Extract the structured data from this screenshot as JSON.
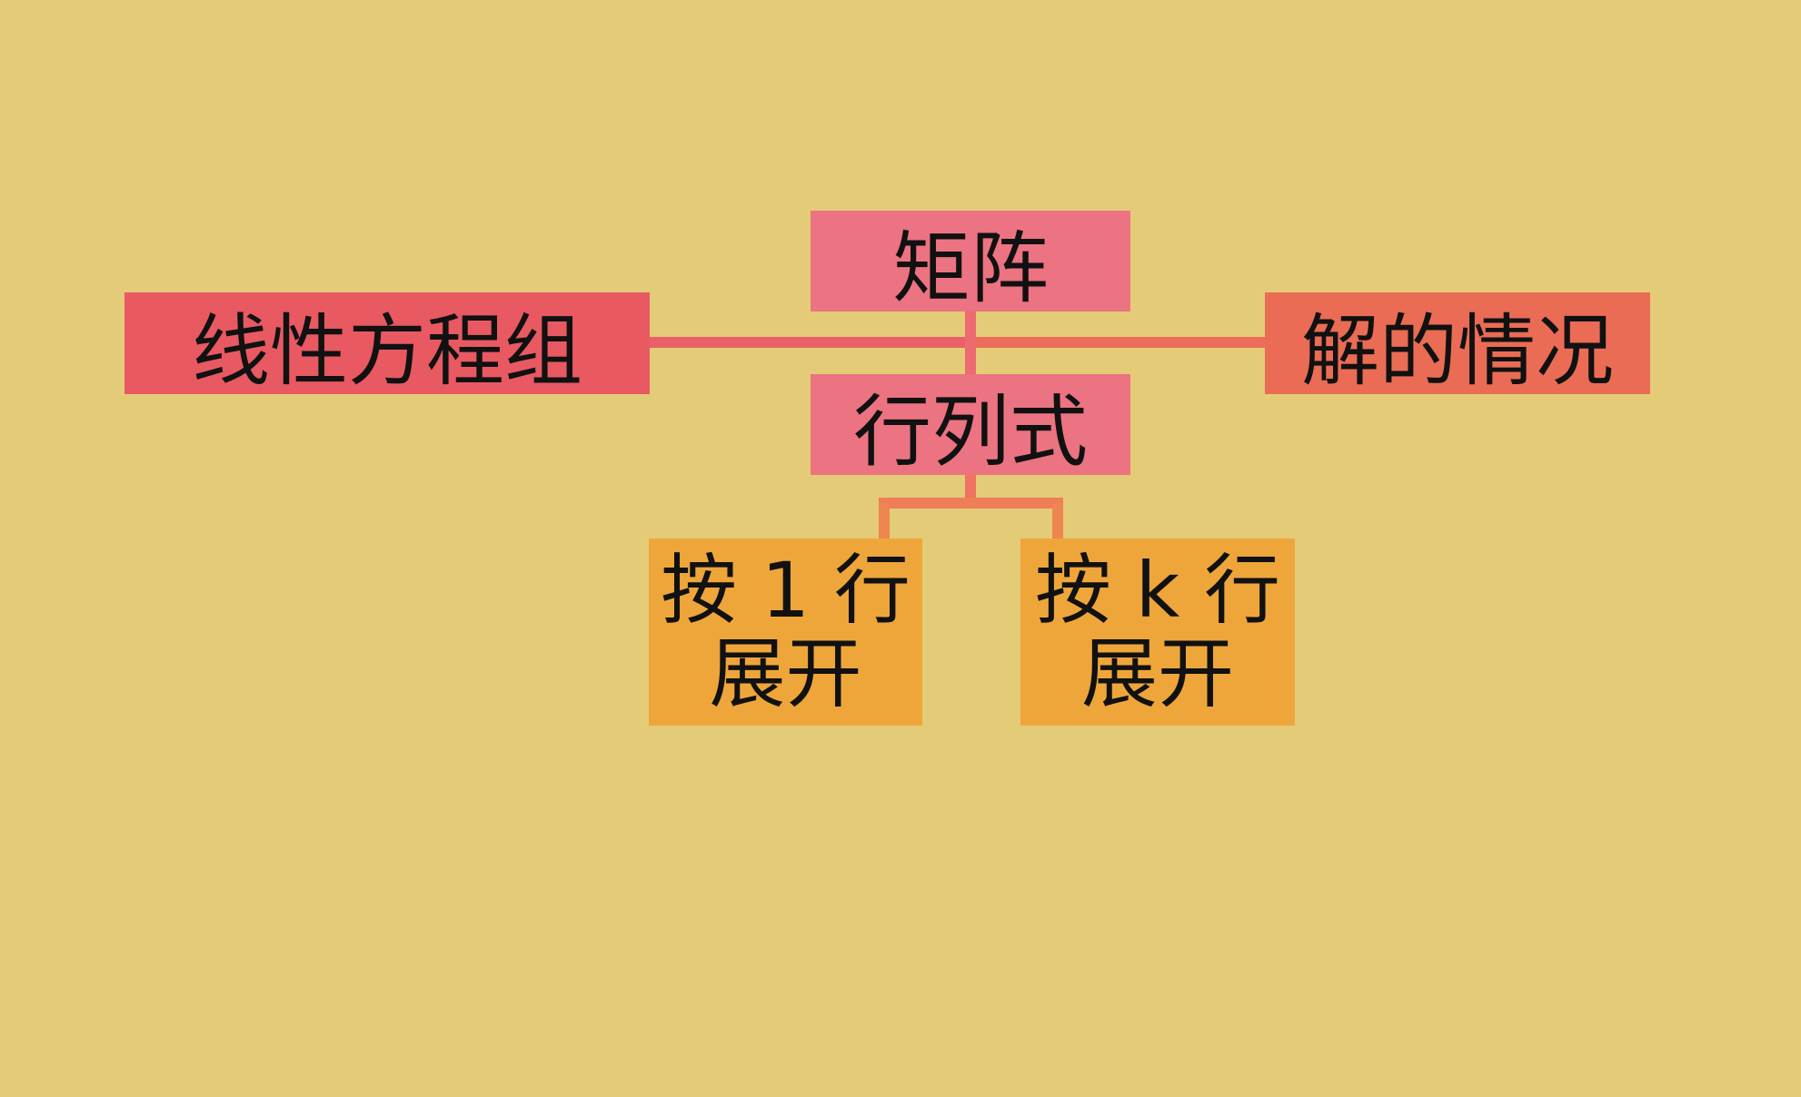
{
  "diagram": {
    "nodes": {
      "matrix": {
        "label": "矩阵",
        "color": "#ec7381"
      },
      "linear_equations": {
        "label": "线性方程组",
        "color": "#e85962"
      },
      "solution_cases": {
        "label": "解的情况",
        "color": "#ea6c55"
      },
      "determinant": {
        "label": "行列式",
        "color": "#ec7381"
      },
      "expand_row_1": {
        "line1": "按 1 行",
        "line2": "展开",
        "color": "#eea63b"
      },
      "expand_row_k": {
        "line1": "按 k 行",
        "line2": "展开",
        "color": "#eea63b"
      }
    },
    "connector_color": "#ec6a62",
    "branch_connector_color": "#ef8355"
  }
}
